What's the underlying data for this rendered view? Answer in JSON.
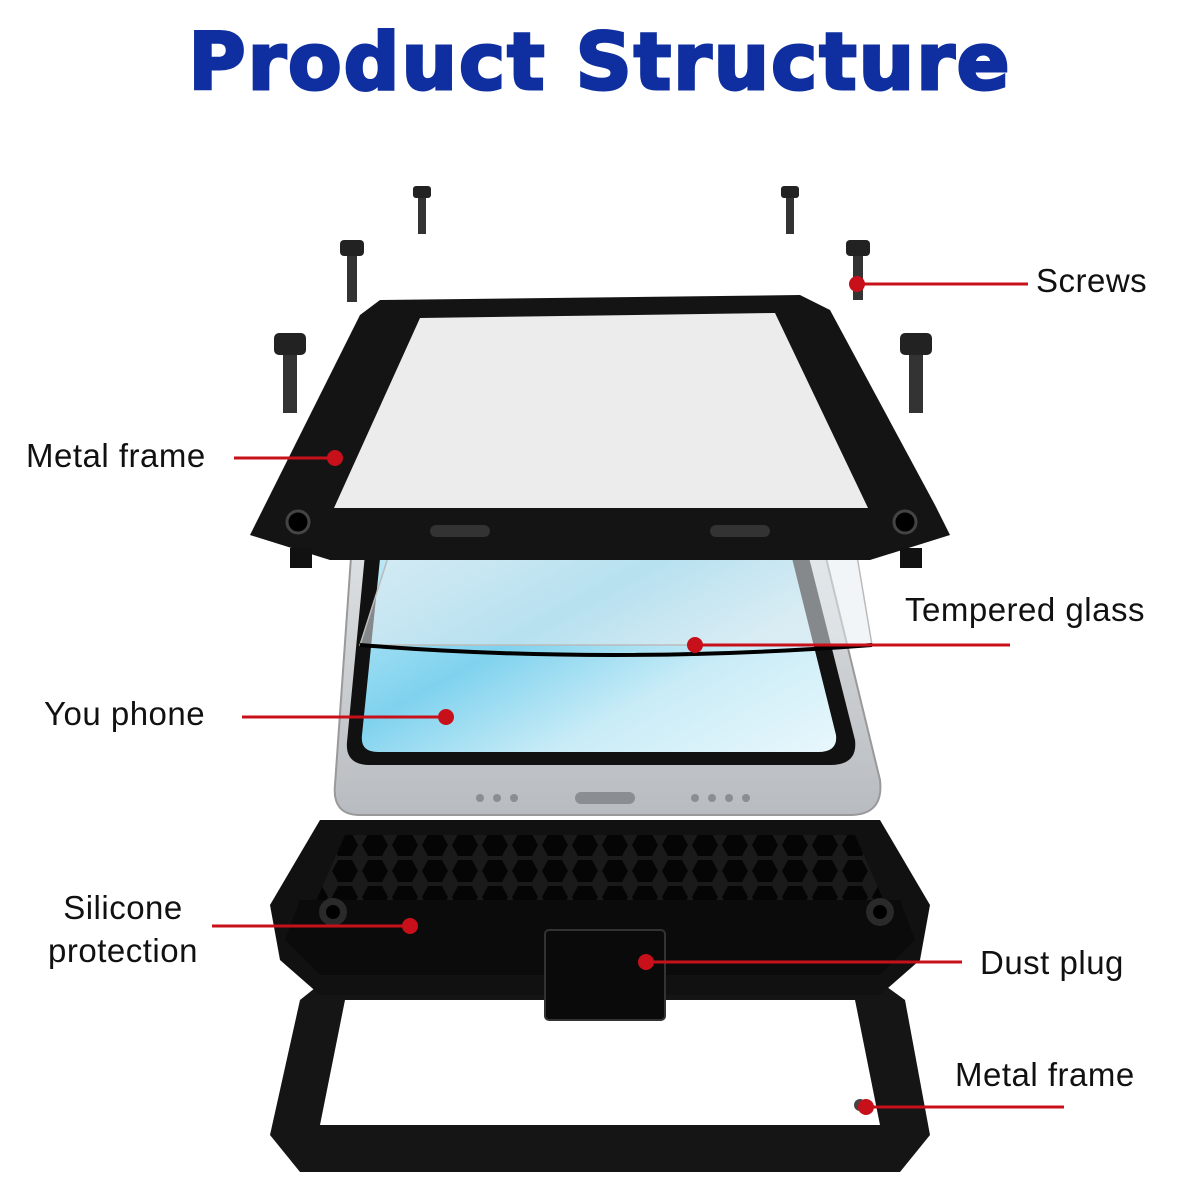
{
  "title": "Product Structure",
  "labels": {
    "screws": "Screws",
    "metal_frame_top": "Metal frame",
    "tempered_glass": "Tempered glass",
    "phone": "You phone",
    "silicone": "Silicone\nprotection",
    "dust_plug": "Dust plug",
    "metal_frame_bottom": "Metal frame"
  },
  "colors": {
    "title": "#0f2fa0",
    "callout": "#c8101a"
  }
}
